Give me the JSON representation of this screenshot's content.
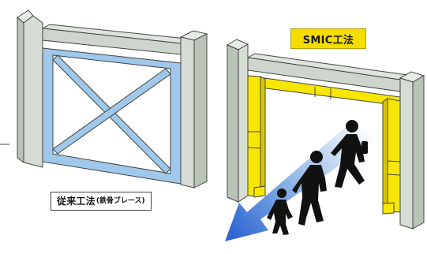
{
  "labels": {
    "conventional_main": "従来工法",
    "conventional_sub": "(鉄骨ブレース)",
    "smic": "SMIC工法"
  }
}
